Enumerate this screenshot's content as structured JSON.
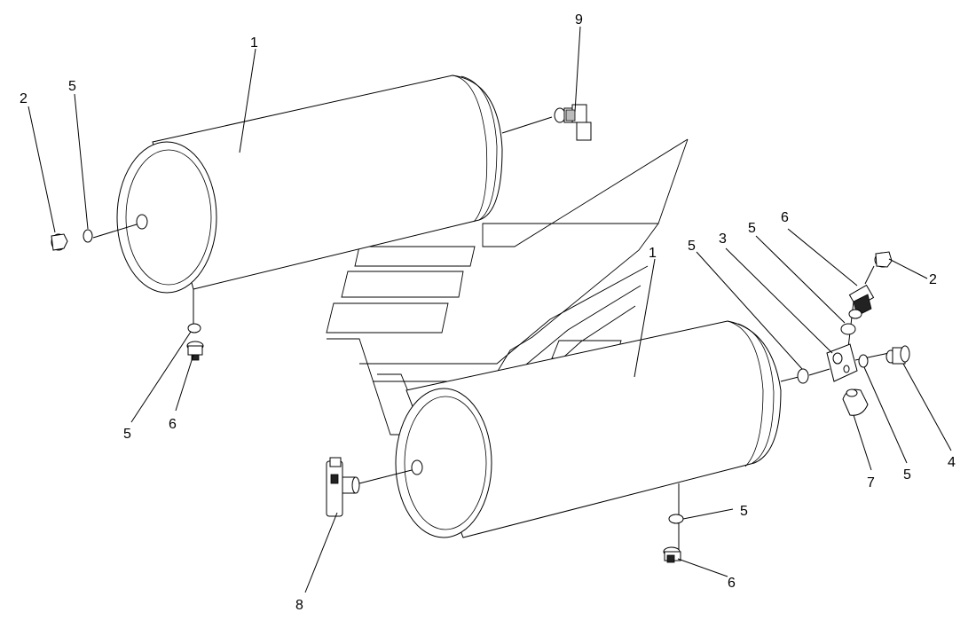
{
  "callouts": {
    "c1a": "1",
    "c2a": "2",
    "c5a": "5",
    "c9": "9",
    "c5b": "5",
    "c6a": "6",
    "c1b": "1",
    "c5c": "5",
    "c3": "3",
    "c5d": "5",
    "c6b": "6",
    "c2b": "2",
    "c4": "4",
    "c5e": "5",
    "c7": "7",
    "c5f": "5",
    "c6c": "6",
    "c8": "8"
  }
}
